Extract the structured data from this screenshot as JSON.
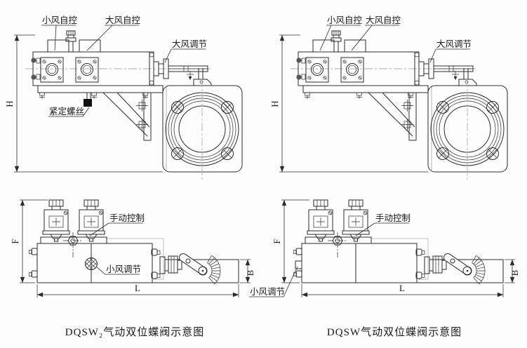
{
  "window": {
    "background": "#fdfdfd"
  },
  "colors": {
    "line": "#2b2b2b",
    "centerline": "#b0b0b0",
    "construction": "#bdbdbd",
    "text": "#1a1a1a",
    "set_screw_fill": "#111111"
  },
  "diagrams": {
    "left": {
      "caption": "DQSW₂气动双位蝶阀示意图",
      "top_labels": {
        "small_auto": "小风自控",
        "big_auto": "大风自控",
        "big_adjust": "大风调节",
        "set_screw": "紧定螺丝"
      },
      "bottom_labels": {
        "manual": "手动控制",
        "small_adjust": "小风调节"
      },
      "dims": {
        "height": "H",
        "front": "F",
        "length": "L",
        "width": "B"
      }
    },
    "right": {
      "caption": "DQSW气动双位蝶阀示意图",
      "top_labels": {
        "small_auto": "小风自控",
        "big_auto": "大风自控",
        "big_adjust": "大风调节"
      },
      "bottom_labels": {
        "manual": "手动控制",
        "small_adjust": "小风调节"
      },
      "dims": {
        "height": "H",
        "front": "F",
        "length": "L",
        "width": "B"
      }
    }
  }
}
